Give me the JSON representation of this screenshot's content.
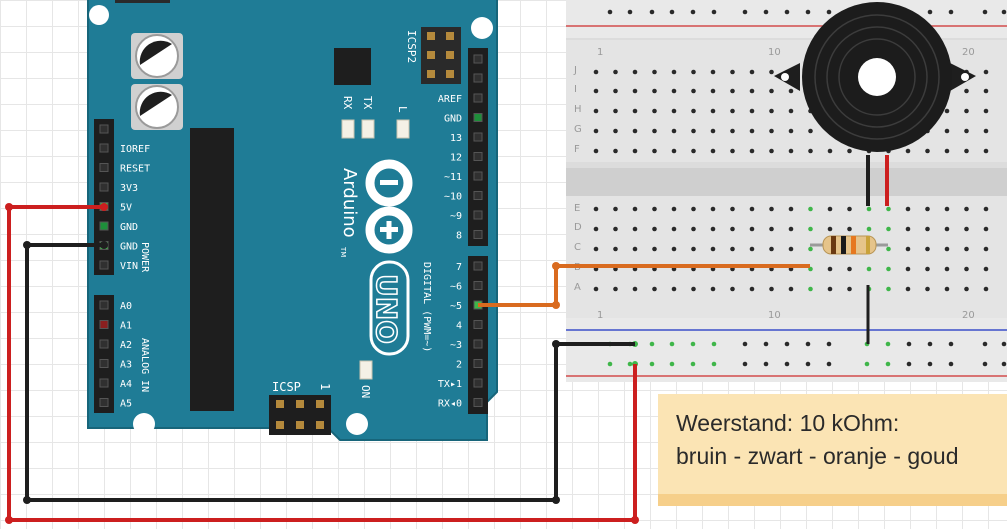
{
  "arduino": {
    "brand": "Arduino",
    "model": "UNO",
    "tm": "TM",
    "icsp2": "ICSP2",
    "icsp": "ICSP",
    "icsp_pin1": "1",
    "leds": {
      "rx": "RX",
      "tx": "TX",
      "l": "L",
      "on": "ON"
    },
    "power_group": "POWER",
    "analog_group": "ANALOG IN",
    "digital_group": "DIGITAL (PWM=~)",
    "power_pins": [
      "IOREF",
      "RESET",
      "3V3",
      "5V",
      "GND",
      "GND",
      "VIN"
    ],
    "analog_pins": [
      "A0",
      "A1",
      "A2",
      "A3",
      "A4",
      "A5"
    ],
    "digital_top": [
      "AREF",
      "GND",
      "13",
      "12",
      "~11",
      "~10",
      "~9",
      "8"
    ],
    "digital_bottom": [
      "7",
      "~6",
      "~5",
      "4",
      "~3",
      "2",
      "TX▸1",
      "RX◂0"
    ]
  },
  "breadboard": {
    "rows_top": [
      "J",
      "I",
      "H",
      "G",
      "F"
    ],
    "rows_bottom": [
      "E",
      "D",
      "C",
      "B",
      "A"
    ],
    "col_labels": [
      "1",
      "10",
      "20"
    ]
  },
  "note": {
    "line1": "Weerstand: 10 kOhm:",
    "line2": "bruin - zwart - oranje - goud"
  },
  "colors": {
    "board": "#1f7c96",
    "wire_red": "#cc1f1f",
    "wire_black": "#1e1e1e",
    "wire_orange": "#d96b1f",
    "note_bg": "#fbe4b4"
  }
}
